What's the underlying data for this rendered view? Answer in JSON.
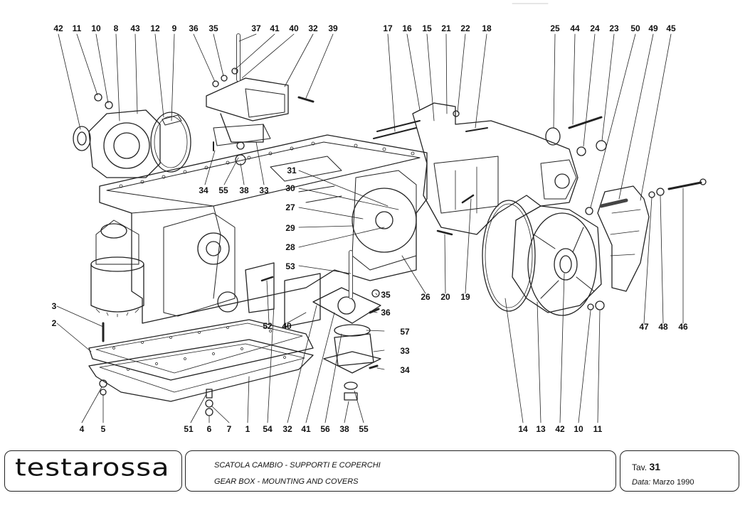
{
  "footer": {
    "logo": "testarossa",
    "title_it": "SCATOLA CAMBIO - SUPPORTI E COPERCHI",
    "title_en": "GEAR BOX - MOUNTING AND COVERS",
    "tav_label": "Tav.",
    "tav_number": "31",
    "date_label": "Data:",
    "date_value": "Marzo 1990"
  },
  "callouts": {
    "top": [
      "42",
      "11",
      "10",
      "8",
      "43",
      "12",
      "9",
      "36",
      "35",
      "37",
      "41",
      "40",
      "32",
      "39",
      "17",
      "16",
      "15",
      "21",
      "22",
      "18",
      "25",
      "44",
      "24",
      "23",
      "50",
      "49",
      "45"
    ],
    "middle": [
      "34",
      "55",
      "38",
      "33",
      "31",
      "30",
      "27",
      "29",
      "28",
      "53",
      "35",
      "36",
      "26",
      "20",
      "19",
      "47",
      "48",
      "46",
      "3",
      "2",
      "52",
      "40",
      "57",
      "33",
      "34"
    ],
    "bottom": [
      "4",
      "5",
      "51",
      "6",
      "7",
      "1",
      "54",
      "32",
      "41",
      "56",
      "38",
      "55",
      "14",
      "13",
      "42",
      "10",
      "11"
    ]
  }
}
